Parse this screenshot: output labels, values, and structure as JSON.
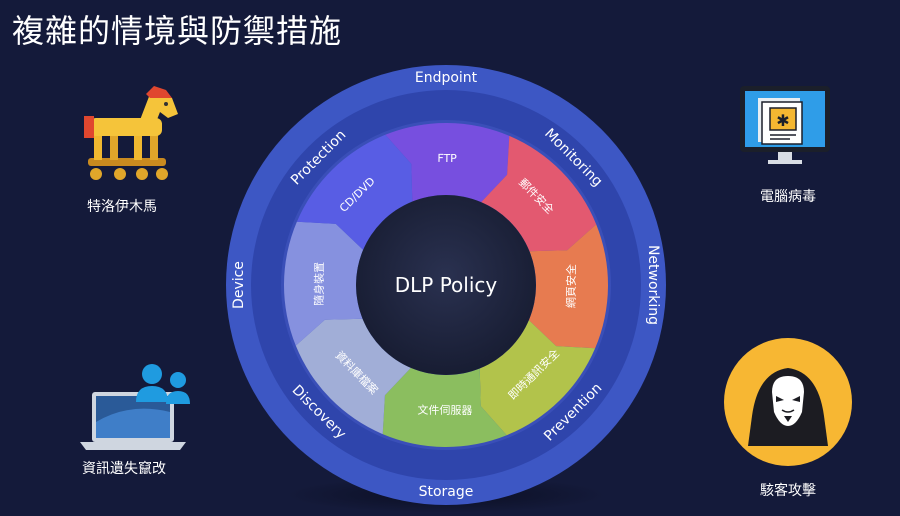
{
  "title": "複雜的情境與防禦措施",
  "center": "DLP Policy",
  "outer_ring": [
    "Endpoint",
    "Monitoring",
    "Networking",
    "Prevention",
    "Storage",
    "Discovery",
    "Device",
    "Protection"
  ],
  "inner_segments": [
    "FTP",
    "郵件安全",
    "網頁安全",
    "即時通訊安全",
    "文件伺服器",
    "資料庫檔案",
    "隨身裝置",
    "CD/DVD"
  ],
  "threats": {
    "trojan": "特洛伊木馬",
    "virus": "電腦病毒",
    "data_leak": "資訊遺失竄改",
    "hacker": "駭客攻擊"
  },
  "colors": {
    "background": "#141a3a",
    "outer_ring": "#3d57c4",
    "middle_ring": "#2e42a6",
    "center": "#1c2238",
    "hacker_circle": "#f7b733",
    "segments": [
      "#7a4fe0",
      "#ec5a6c",
      "#f07d4a",
      "#b8c945",
      "#8fc45a",
      "#a7b3d8",
      "#8a95e0",
      "#5a5ee6"
    ]
  }
}
